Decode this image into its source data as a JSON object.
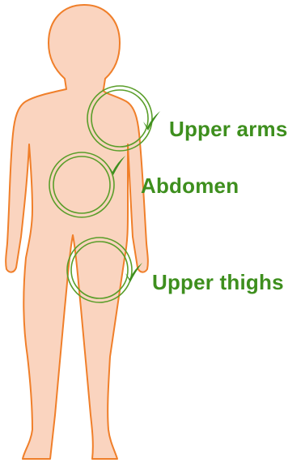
{
  "figure": {
    "body_fill": "#FAD4BF",
    "body_stroke": "#F07F2A",
    "marker_color": "#5A9E2A",
    "label_color": "#3E8F1E",
    "marker_icon": "checkmark-icon"
  },
  "sites": [
    {
      "id": "upper-arms",
      "label": "Upper arms"
    },
    {
      "id": "abdomen",
      "label": "Abdomen"
    },
    {
      "id": "upper-thighs",
      "label": "Upper thighs"
    }
  ]
}
